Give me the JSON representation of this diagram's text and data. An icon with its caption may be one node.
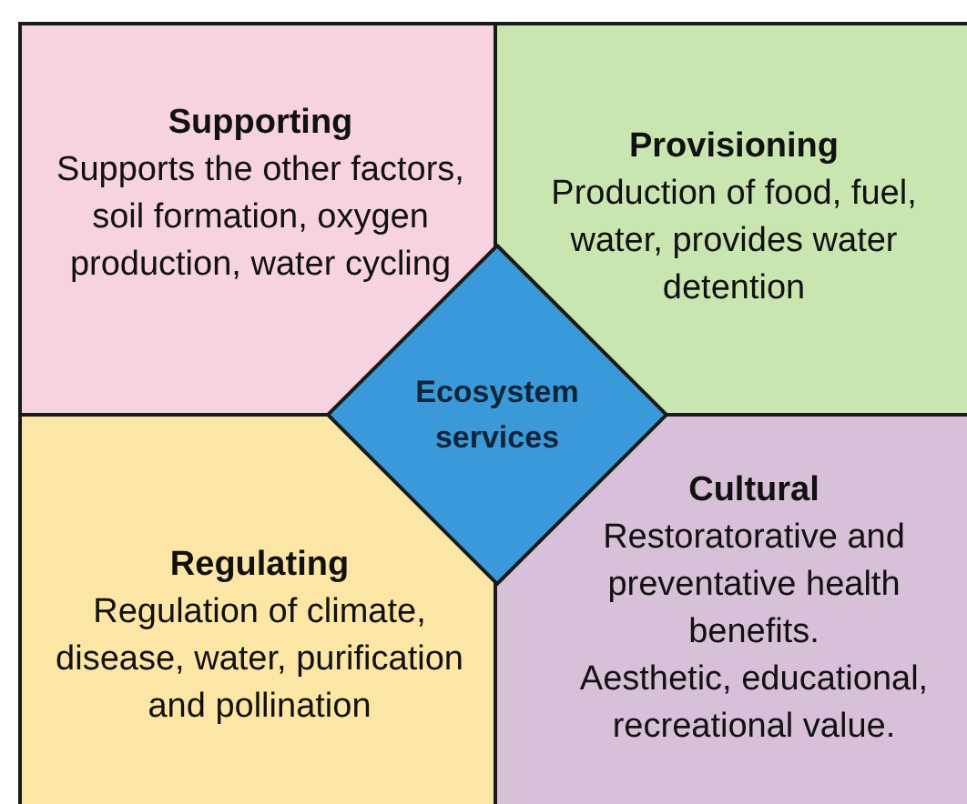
{
  "diagram": {
    "nodes": [
      {
        "text": [
          "Supporting",
          "Supports the other factors, soil formation, oxygen production, water cycling"
        ]
      },
      {
        "text": [
          "Provisioning",
          "Production of food, fuel, water, provides water detention"
        ]
      },
      {
        "text": [
          "Regulating",
          "Regulation of climate, disease, water, purification and pollination"
        ]
      },
      {
        "text": [
          "Cultural",
          "Restoratorative and preventative health benefits.",
          "Aesthetic, educational, recreational value."
        ]
      },
      {
        "text": [
          "Ecosystem services"
        ]
      }
    ]
  }
}
